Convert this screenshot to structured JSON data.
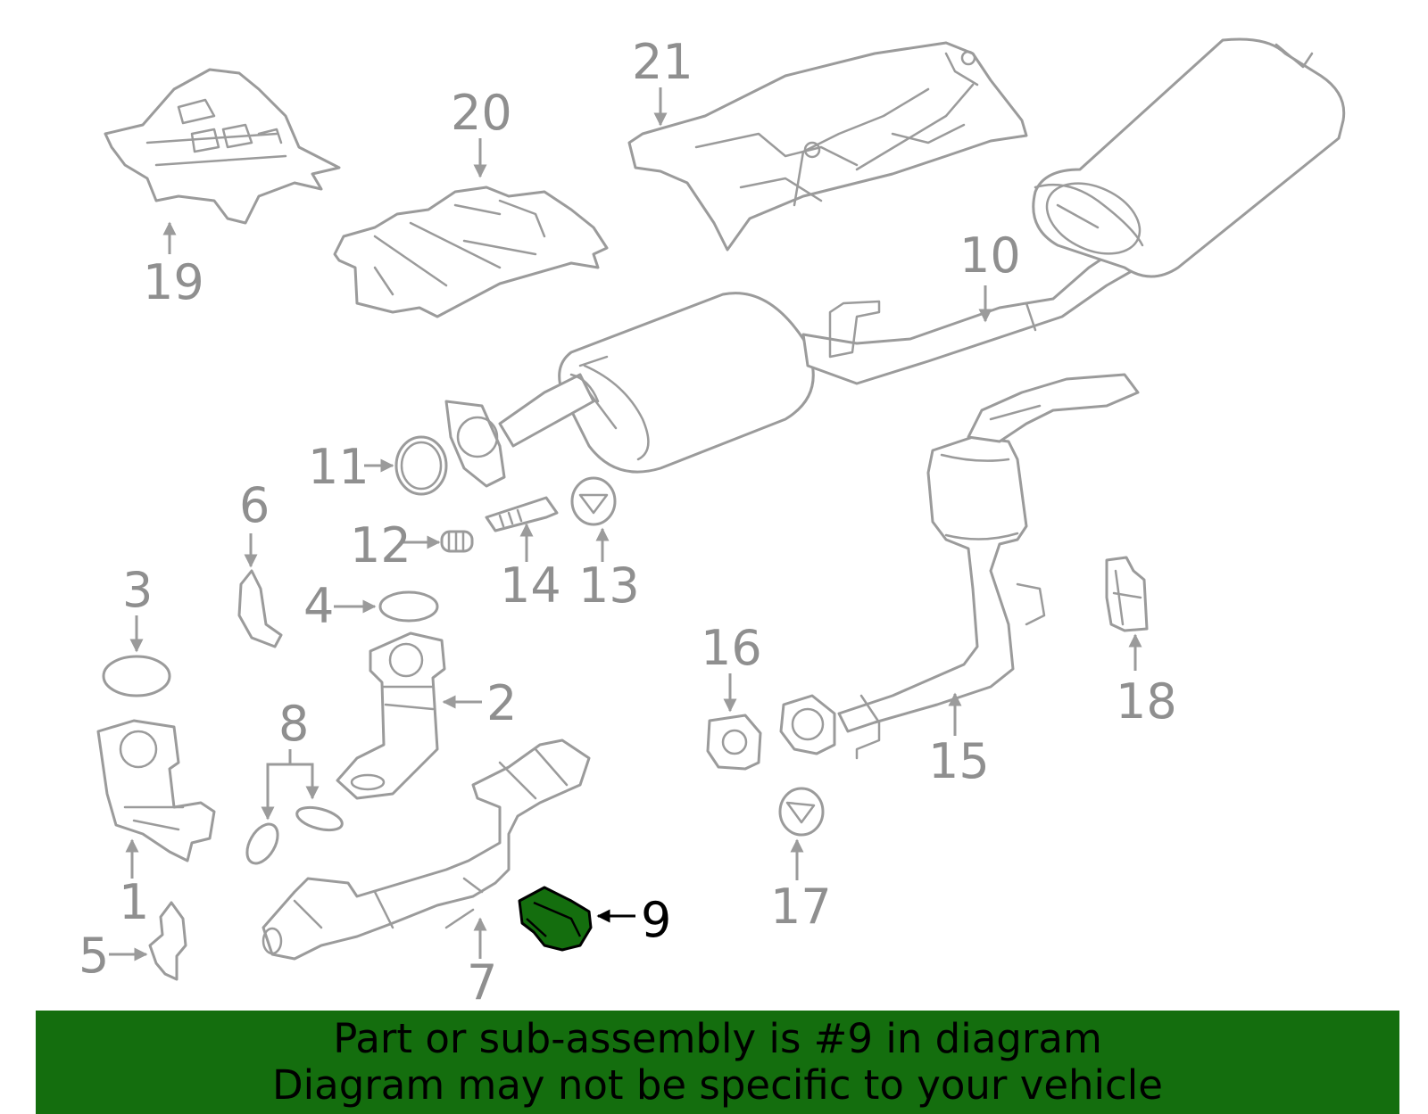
{
  "callouts": {
    "c1": "1",
    "c2": "2",
    "c3": "3",
    "c4": "4",
    "c5": "5",
    "c6": "6",
    "c7": "7",
    "c8": "8",
    "c9": "9",
    "c10": "10",
    "c11": "11",
    "c12": "12",
    "c13": "13",
    "c14": "14",
    "c15": "15",
    "c16": "16",
    "c17": "17",
    "c18": "18",
    "c19": "19",
    "c20": "20",
    "c21": "21"
  },
  "highlighted_part": "9",
  "colors": {
    "highlight": "#146e0e",
    "line": "#9b9b9b",
    "label": "#8f8f8f"
  },
  "banner": {
    "line1": "Part or sub-assembly is #9 in diagram",
    "line2": "Diagram may not be specific to your vehicle"
  }
}
